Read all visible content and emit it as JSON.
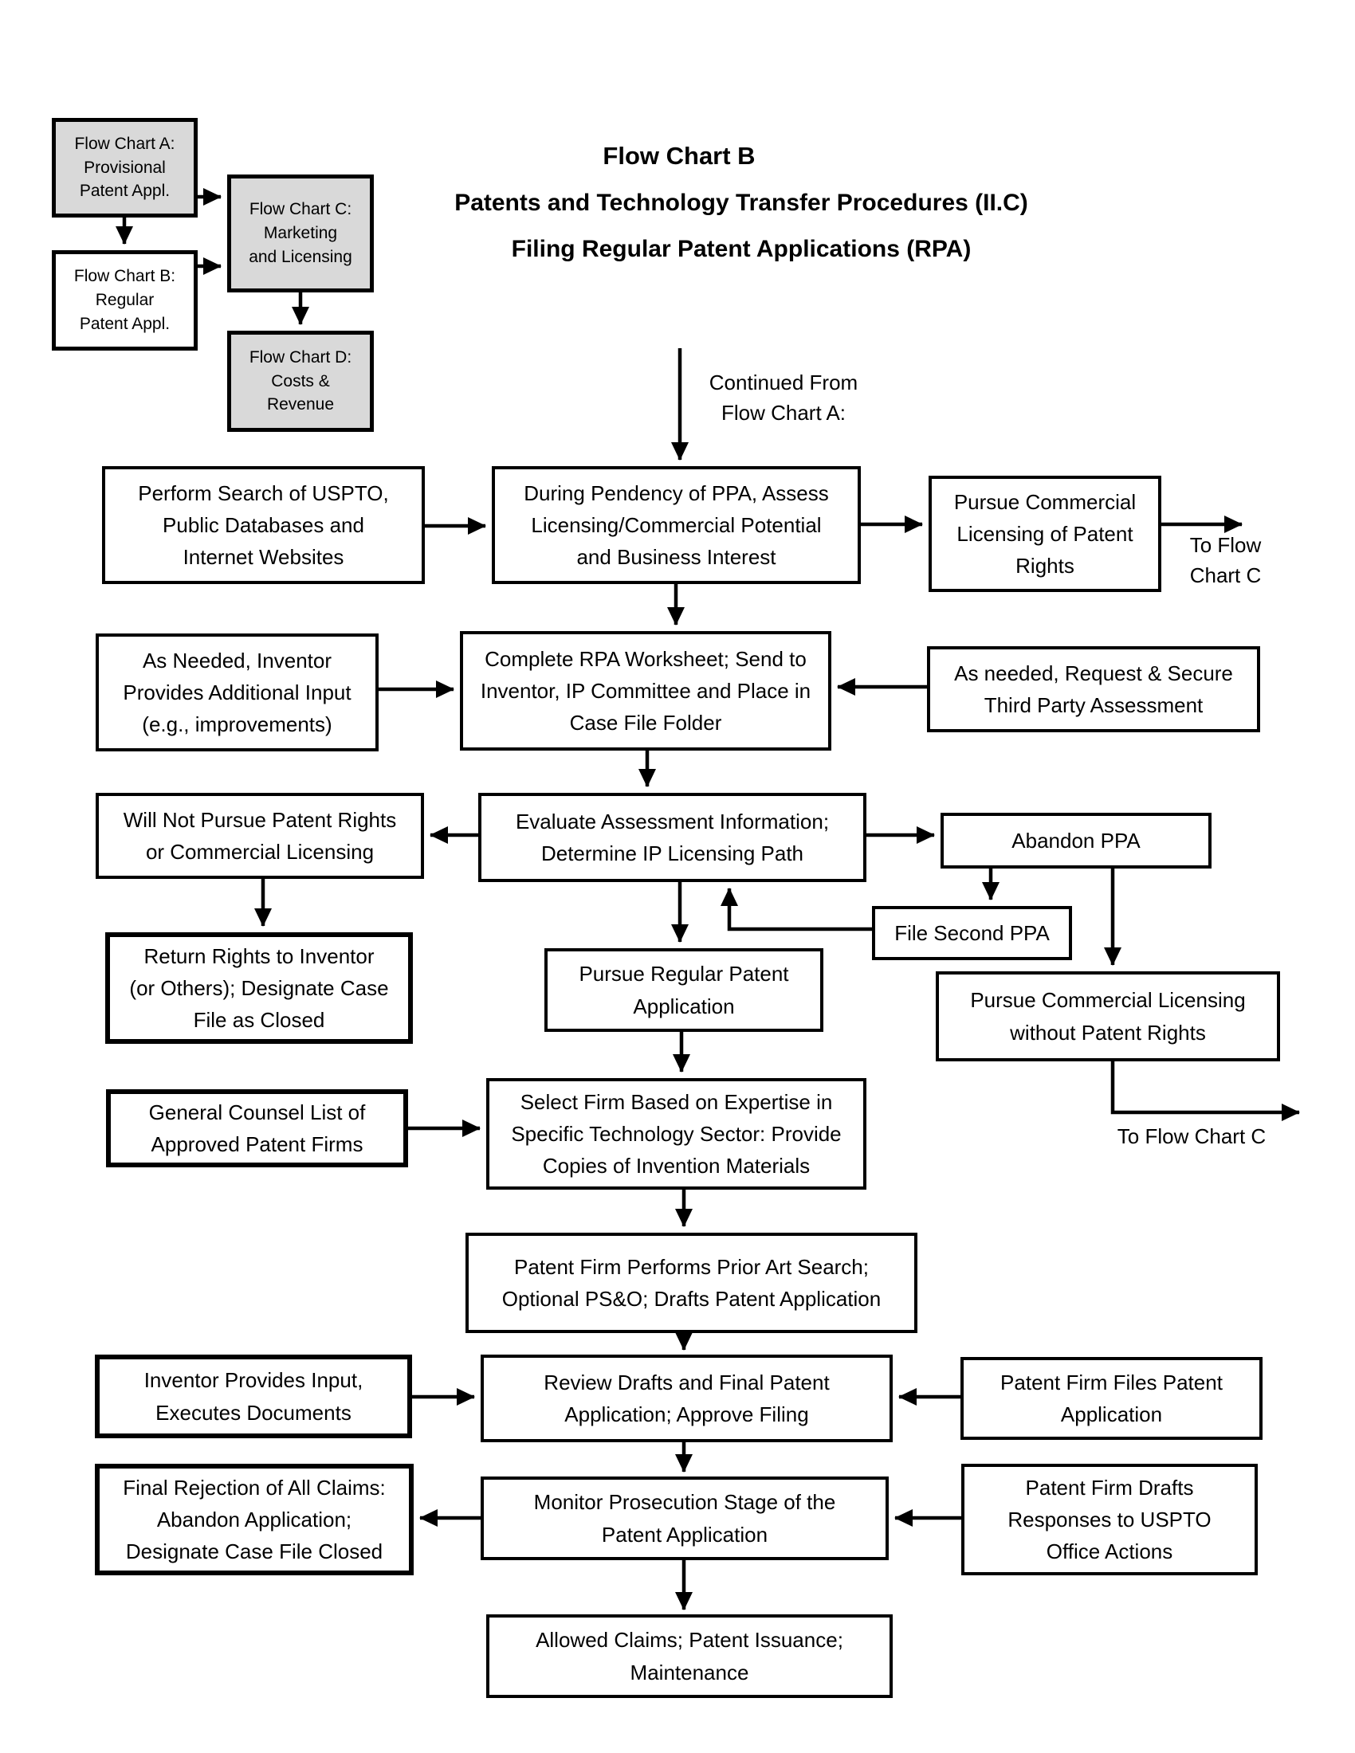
{
  "title": {
    "line1": "Flow Chart B",
    "line2": "Patents and Technology Transfer Procedures (II.C)",
    "line3": "Filing Regular Patent Applications (RPA)"
  },
  "legend": {
    "chart_a": "Flow Chart A:\nProvisional\nPatent Appl.",
    "chart_b": "Flow Chart B:\nRegular\nPatent Appl.",
    "chart_c": "Flow Chart C:\nMarketing\nand Licensing",
    "chart_d": "Flow Chart D:\nCosts &\nRevenue"
  },
  "annotations": {
    "continued_from": "Continued From\nFlow Chart A:",
    "to_flow_chart_c_top": "To Flow\nChart C",
    "to_flow_chart_c_bottom": "To Flow Chart C"
  },
  "nodes": {
    "perform_search": "Perform Search of USPTO,\nPublic Databases and\nInternet Websites",
    "during_pendency": "During Pendency of PPA, Assess\nLicensing/Commercial Potential\nand Business Interest",
    "pursue_commercial_licensing": "Pursue Commercial\nLicensing of Patent\nRights",
    "inventor_additional_input": "As Needed, Inventor\nProvides Additional Input\n(e.g., improvements)",
    "complete_rpa_worksheet": "Complete RPA Worksheet; Send to\nInventor, IP Committee and Place in\nCase File Folder",
    "third_party_assessment": "As needed, Request & Secure\nThird Party Assessment",
    "will_not_pursue": "Will Not Pursue Patent Rights\nor Commercial Licensing",
    "evaluate_assessment": "Evaluate Assessment Information;\nDetermine IP Licensing Path",
    "abandon_ppa": "Abandon PPA",
    "file_second_ppa": "File Second PPA",
    "return_rights": "Return Rights to Inventor\n(or Others); Designate Case\nFile as Closed",
    "pursue_regular_application": "Pursue Regular Patent\nApplication",
    "pursue_licensing_without_patent": "Pursue Commercial Licensing\nwithout Patent Rights",
    "general_counsel_list": "General Counsel List of\nApproved Patent Firms",
    "select_firm": "Select Firm Based on Expertise in\nSpecific Technology Sector: Provide\nCopies of Invention Materials",
    "prior_art_search": "Patent Firm Performs Prior Art Search;\nOptional PS&O; Drafts Patent Application",
    "inventor_executes_documents": "Inventor Provides Input,\nExecutes Documents",
    "review_drafts": "Review Drafts and Final Patent\nApplication; Approve Filing",
    "firm_files_application": "Patent Firm Files Patent\nApplication",
    "final_rejection": "Final Rejection of All Claims:\nAbandon Application;\nDesignate Case File Closed",
    "monitor_prosecution": "Monitor Prosecution Stage of the\nPatent Application",
    "firm_drafts_responses": "Patent Firm Drafts\nResponses to USPTO\nOffice Actions",
    "allowed_claims": "Allowed Claims; Patent Issuance;\nMaintenance"
  },
  "colors": {
    "legend_fill": "#d9d9d9",
    "box_fill": "#ffffff",
    "line_color": "#000000"
  }
}
